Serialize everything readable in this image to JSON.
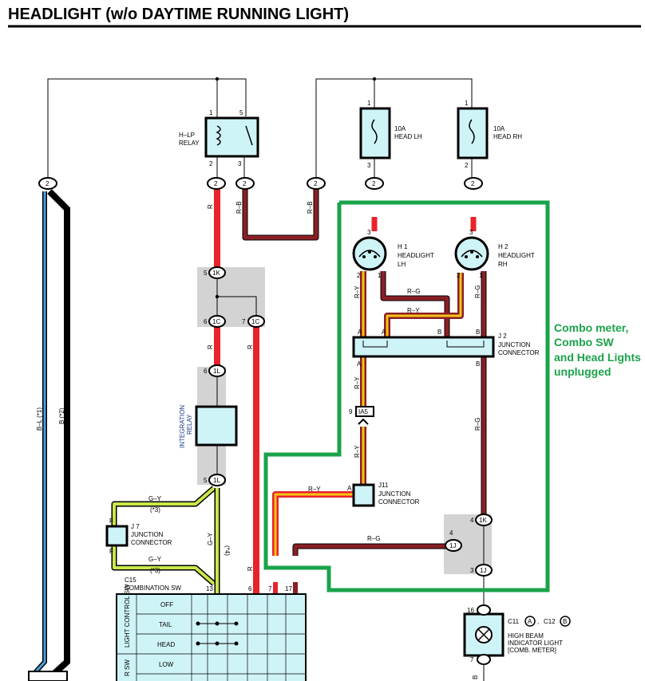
{
  "title": "HEADLIGHT (w/o DAYTIME RUNNING LIGHT)",
  "annotation": [
    "Combo meter,",
    "Combo SW",
    "and Head Lights",
    "unplugged"
  ],
  "colors": {
    "red_wire": "#e8232b",
    "dark_red_wire": "#8a1f26",
    "yellow_wire": "#f5c518",
    "green_wire": "#7ec23d",
    "blue_wire": "#4a9fd8",
    "annotation_green": "#1aa34a",
    "component_fill": "#cff4f7",
    "shade": "#d3d3d3"
  },
  "relay": {
    "name": "H–LP",
    "type": "RELAY",
    "pins": [
      "1",
      "5",
      "2",
      "3"
    ]
  },
  "fuse_lh": {
    "rating": "10A",
    "name": "HEAD LH",
    "pins": [
      "1",
      "3"
    ]
  },
  "fuse_rh": {
    "rating": "10A",
    "name": "HEAD RH",
    "pins": [
      "1",
      "2"
    ]
  },
  "headlight_lh": {
    "id": "H 1",
    "name": "HEADLIGHT",
    "side": "LH",
    "pins": [
      "3",
      "2",
      "1"
    ]
  },
  "headlight_rh": {
    "id": "H 2",
    "name": "HEADLIGHT",
    "side": "RH",
    "pins": [
      "3",
      "2",
      "1"
    ]
  },
  "j2": {
    "id": "J 2",
    "name": "JUNCTION",
    "name2": "CONNECTOR",
    "pins": [
      "A",
      "A",
      "B",
      "B",
      "A",
      "B"
    ]
  },
  "j7": {
    "id": "J 7",
    "name": "JUNCTION",
    "name2": "CONNECTOR",
    "pins": [
      "F",
      "F"
    ]
  },
  "j11": {
    "id": "J11",
    "name": "JUNCTION",
    "name2": "CONNECTOR",
    "pin": "A"
  },
  "relay_box": {
    "name": "INTEGRATION",
    "name2": "RELAY"
  },
  "combination_sw": {
    "id": "C15",
    "name": "COMBINATION SW",
    "pins": [
      "13",
      "6",
      "7",
      "17"
    ],
    "group1": "LIGHT CONTROL SW",
    "group2": "R SW",
    "rows": [
      "OFF",
      "TAIL",
      "HEAD",
      "LOW"
    ]
  },
  "meter": {
    "id1": "C11",
    "connector1": "A",
    "id2": "C12",
    "connector2": "B",
    "name": "HIGH BEAM",
    "name2": "INDICATOR LIGHT",
    "name3": "[COMB.  METER]",
    "pins": [
      "16",
      "7"
    ],
    "bottom_wire": "B"
  },
  "connectors": [
    "2",
    "2",
    "2",
    "2",
    "2",
    "2",
    "1K",
    "1C",
    "1C",
    "1L",
    "1L",
    "1K",
    "1J",
    "1J",
    "IA5"
  ],
  "connector_pins": [
    "5",
    "6",
    "7",
    "6",
    "5",
    "4",
    "4",
    "3",
    "9"
  ],
  "wires": [
    "B–L (*1)",
    "B (*2)",
    "R",
    "R–B",
    "R–B",
    "R",
    "R",
    "R",
    "R–Y",
    "R–G",
    "R–G",
    "R–Y",
    "R–G",
    "R–Y",
    "R–Y",
    "R–G",
    "R–Y",
    "R–G",
    "G–Y",
    "G–Y",
    "G–Y",
    "R"
  ],
  "notes": [
    "(*3)",
    "(*3)",
    "(*4)"
  ],
  "comma": ","
}
